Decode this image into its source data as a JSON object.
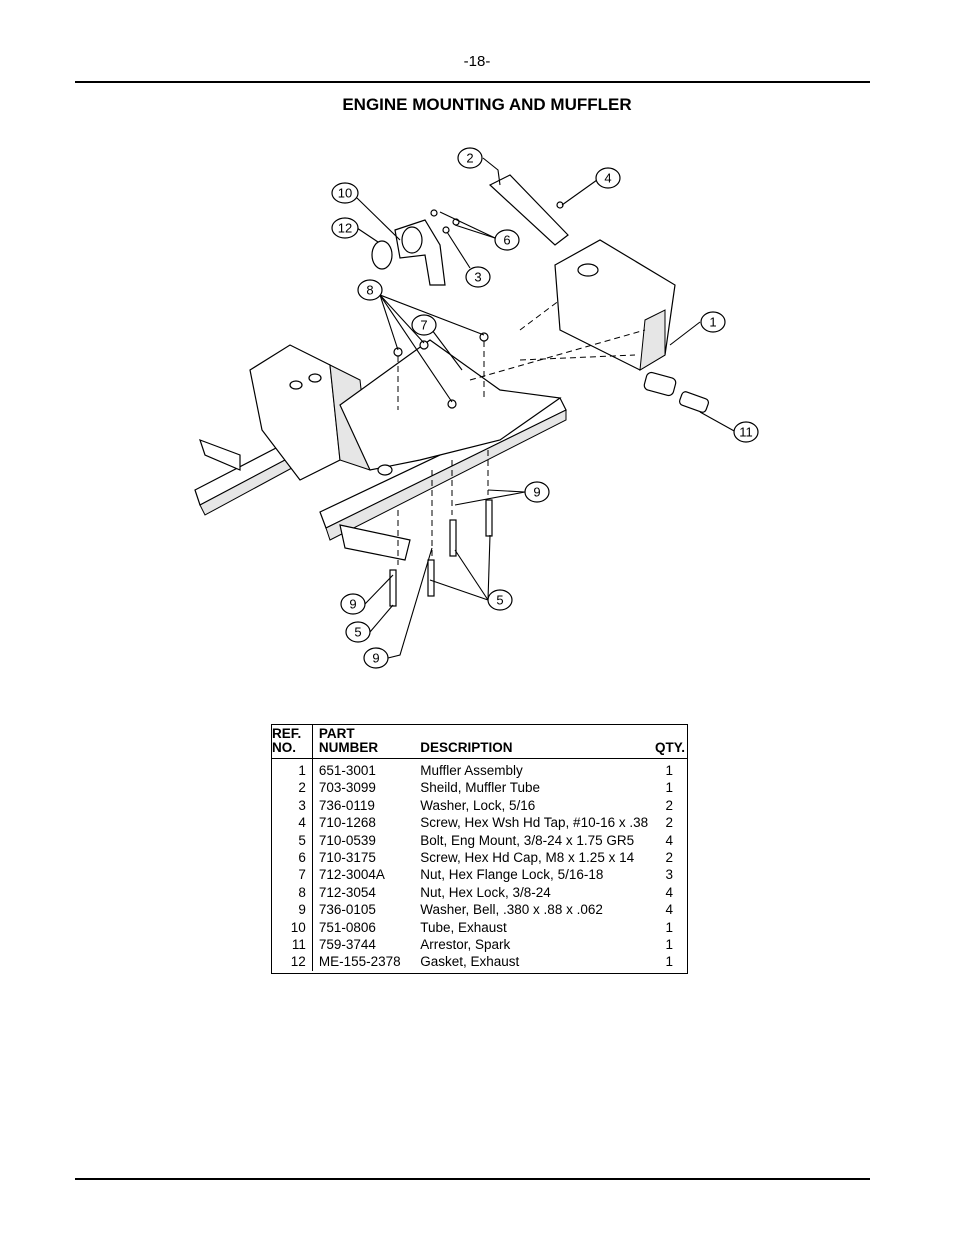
{
  "header": {
    "page_number": "-18-"
  },
  "title": "ENGINE MOUNTING AND MUFFLER",
  "diagram": {
    "callouts": [
      "1",
      "2",
      "3",
      "4",
      "5",
      "5",
      "6",
      "7",
      "8",
      "9",
      "9",
      "9",
      "10",
      "11",
      "12"
    ]
  },
  "table": {
    "headers": {
      "ref_line1": "REF.",
      "ref_line2": "NO.",
      "part_line1": "PART",
      "part_line2": "NUMBER",
      "description": "DESCRIPTION",
      "qty": "QTY."
    },
    "rows": [
      {
        "ref": "1",
        "part": "651-3001",
        "desc": "Muffler Assembly",
        "qty": "1"
      },
      {
        "ref": "2",
        "part": "703-3099",
        "desc": "Sheild, Muffler Tube",
        "qty": "1"
      },
      {
        "ref": "3",
        "part": "736-0119",
        "desc": "Washer, Lock, 5/16",
        "qty": "2"
      },
      {
        "ref": "4",
        "part": "710-1268",
        "desc": "Screw, Hex Wsh Hd Tap, #10-16 x .38",
        "qty": "2"
      },
      {
        "ref": "5",
        "part": "710-0539",
        "desc": "Bolt, Eng Mount, 3/8-24 x 1.75 GR5",
        "qty": "4"
      },
      {
        "ref": "6",
        "part": "710-3175",
        "desc": "Screw, Hex Hd Cap, M8 x 1.25 x 14",
        "qty": "2"
      },
      {
        "ref": "7",
        "part": "712-3004A",
        "desc": "Nut, Hex Flange Lock, 5/16-18",
        "qty": "3"
      },
      {
        "ref": "8",
        "part": "712-3054",
        "desc": "Nut, Hex Lock, 3/8-24",
        "qty": "4"
      },
      {
        "ref": "9",
        "part": "736-0105",
        "desc": "Washer, Bell, .380 x .88 x .062",
        "qty": "4"
      },
      {
        "ref": "10",
        "part": "751-0806",
        "desc": "Tube, Exhaust",
        "qty": "1"
      },
      {
        "ref": "11",
        "part": "759-3744",
        "desc": "Arrestor, Spark",
        "qty": "1"
      },
      {
        "ref": "12",
        "part": "ME-155-2378",
        "desc": "Gasket, Exhaust",
        "qty": "1"
      }
    ]
  }
}
